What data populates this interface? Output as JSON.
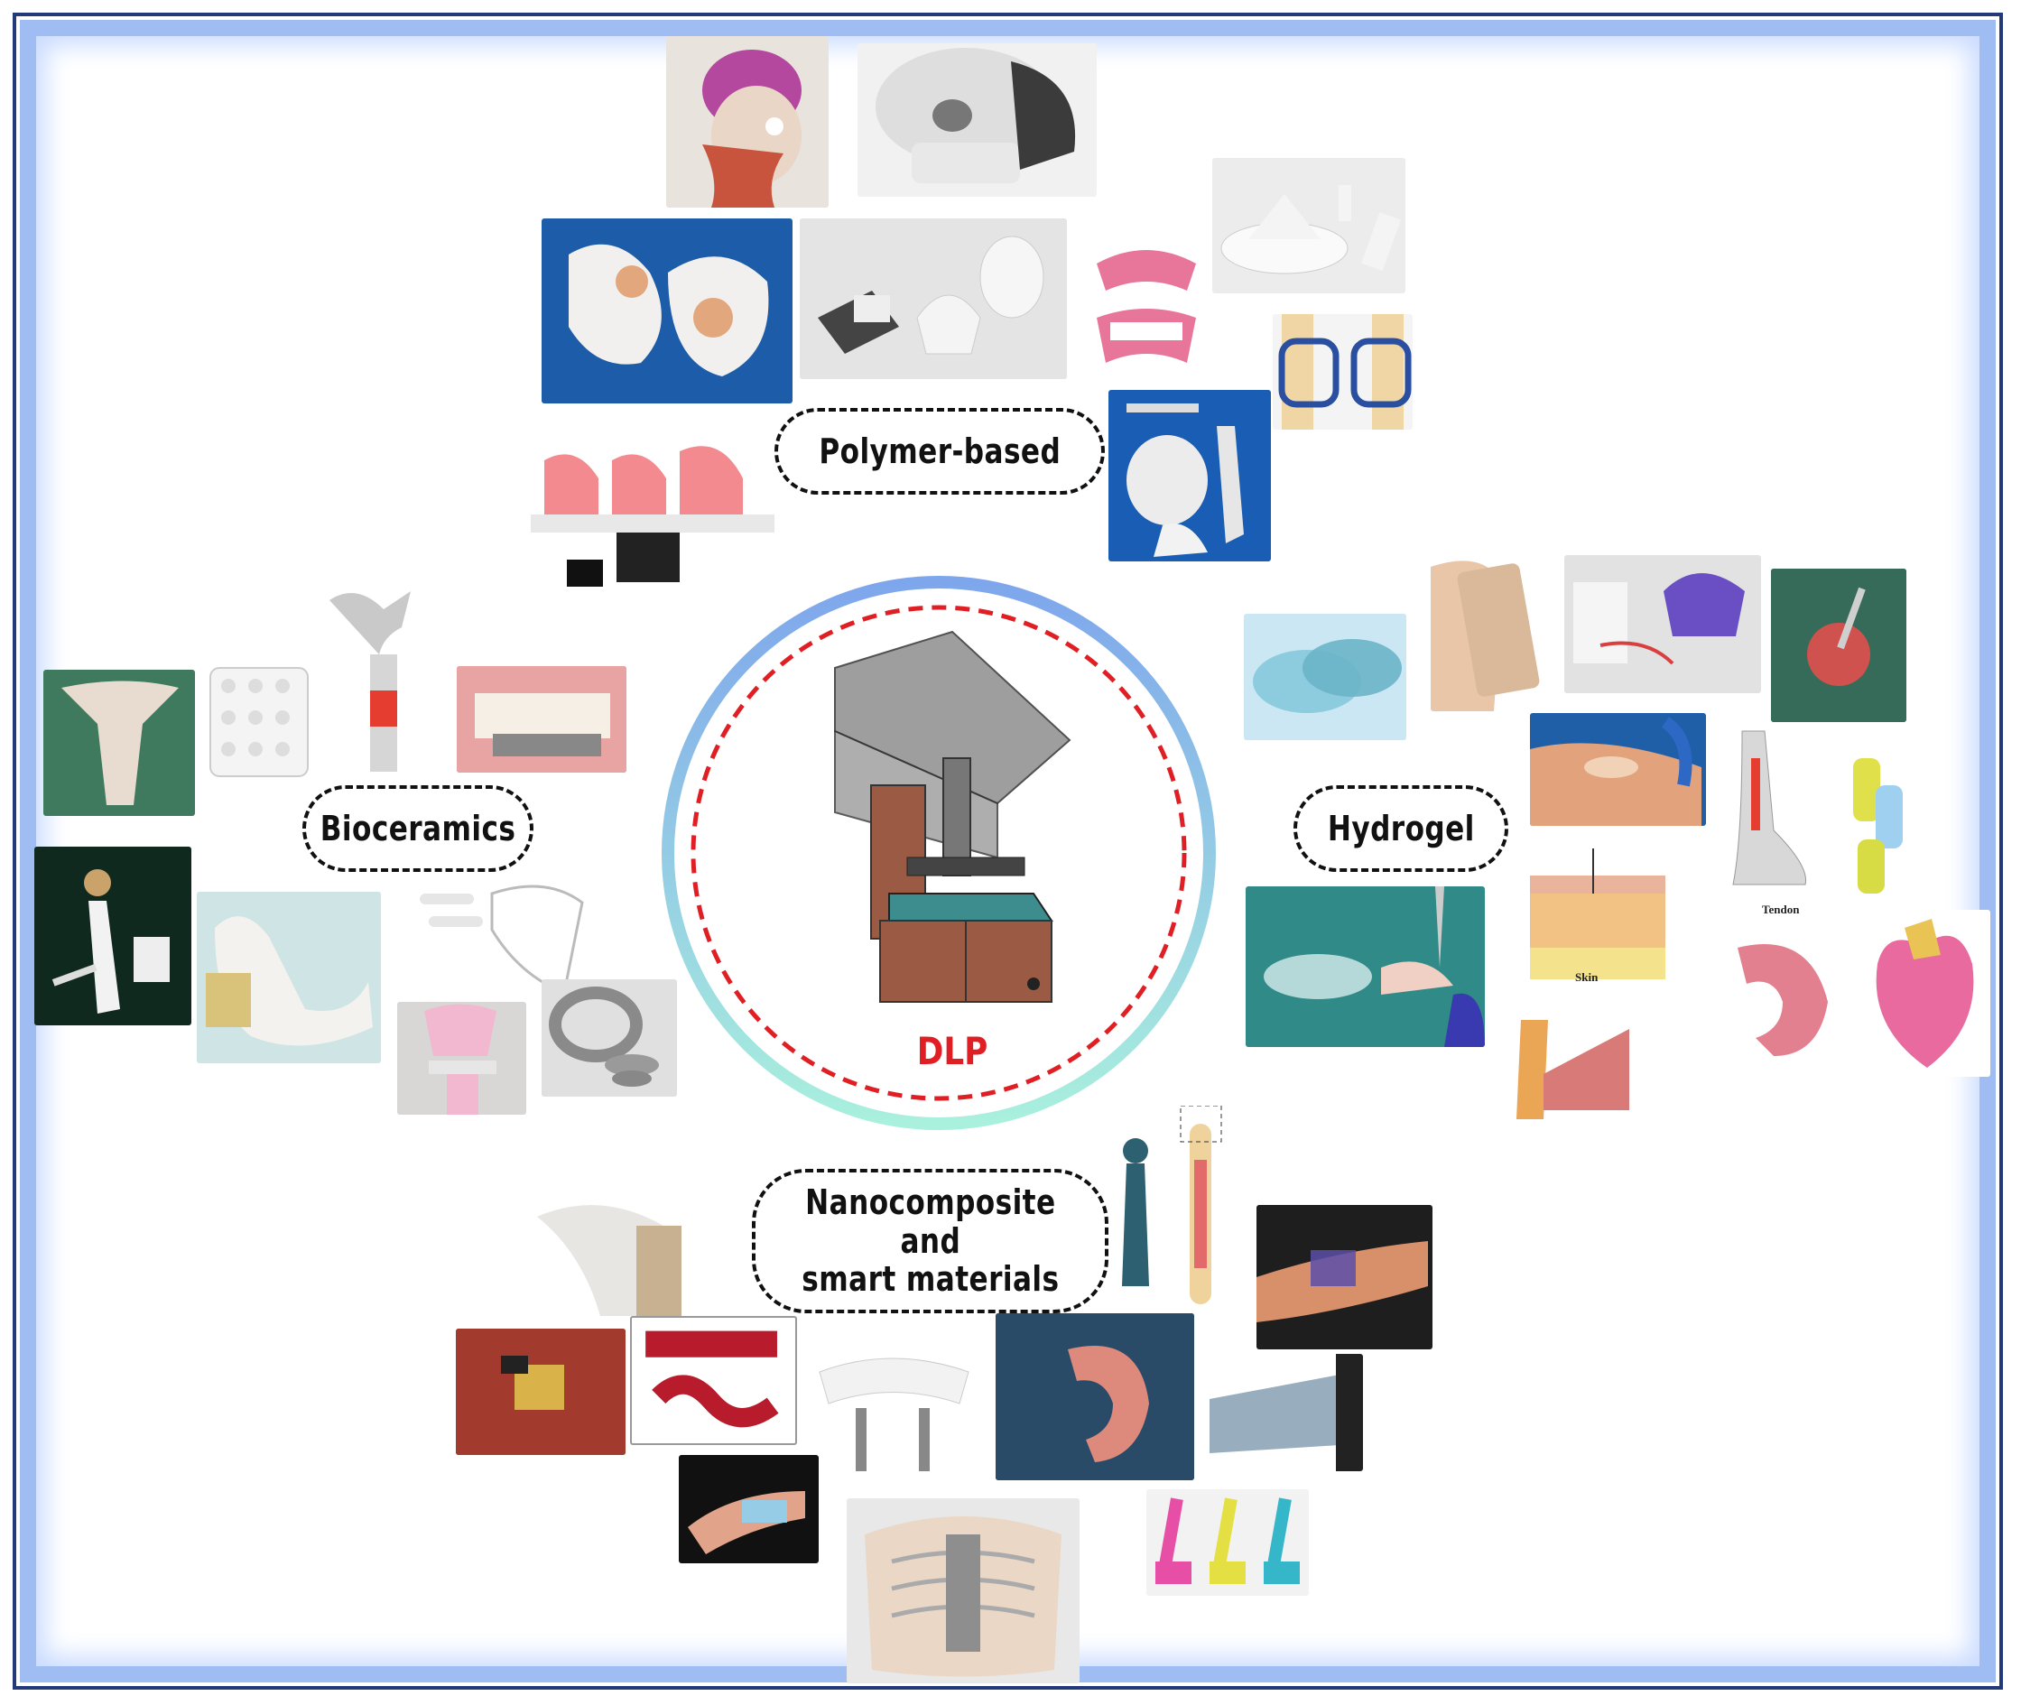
{
  "center": {
    "label": "DLP"
  },
  "categories": {
    "polymer": "Polymer-based",
    "bioceramics": "Bioceramics",
    "hydrogel": "Hydrogel",
    "nanocomposite": "Nanocomposite\nand\nsmart materials"
  },
  "photo_labels": {
    "tendon": "Tendon",
    "skin": "Skin"
  },
  "colors": {
    "frame": "#233a7a",
    "glow": "#9fbdf2",
    "ring_outer_top": "#7ea6ec",
    "ring_outer_bottom": "#a9f0dd",
    "ring_dashed": "#e01f24",
    "printer_body": "#9a5a44"
  }
}
